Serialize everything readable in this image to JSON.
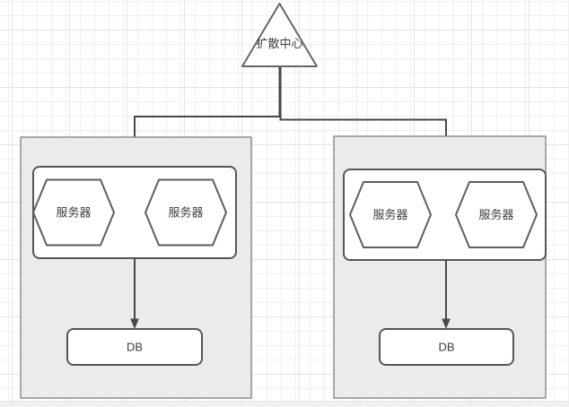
{
  "diagram": {
    "root": {
      "shape": "triangle",
      "label": "扩散中心"
    },
    "clusters": [
      {
        "servers": [
          {
            "label": "服务器"
          },
          {
            "label": "服务器"
          }
        ],
        "db": {
          "label": "DB"
        }
      },
      {
        "servers": [
          {
            "label": "服务器"
          },
          {
            "label": "服务器"
          }
        ],
        "db": {
          "label": "DB"
        }
      }
    ]
  },
  "colors": {
    "canvas_bg": "#ffffff",
    "grid_minor": "#f0f0f0",
    "grid_major": "#e4e4e4",
    "container_fill": "#ebebeb",
    "container_stroke": "#8f8f8f",
    "shape_fill": "#ffffff",
    "shape_stroke": "#565656",
    "edge": "#474747",
    "text": "#3c3c3c",
    "bottom_strip": "#f0f0f0"
  }
}
